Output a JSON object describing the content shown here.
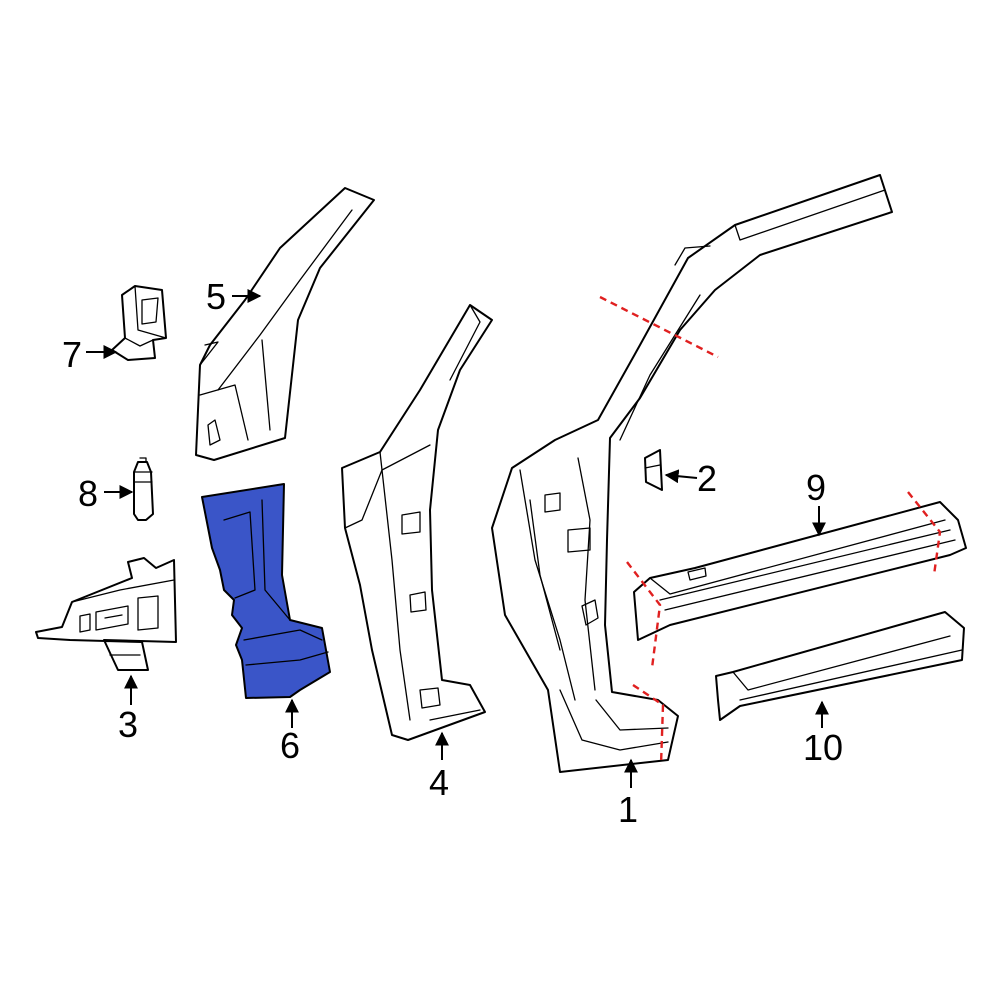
{
  "colors": {
    "highlight": "#3a55c8",
    "cut_line": "#e02020",
    "outline": "#000000",
    "background": "#ffffff"
  },
  "callouts": {
    "c1": "1",
    "c2": "2",
    "c3": "3",
    "c4": "4",
    "c5": "5",
    "c6": "6",
    "c7": "7",
    "c8": "8",
    "c9": "9",
    "c10": "10"
  },
  "highlighted_part": "6"
}
